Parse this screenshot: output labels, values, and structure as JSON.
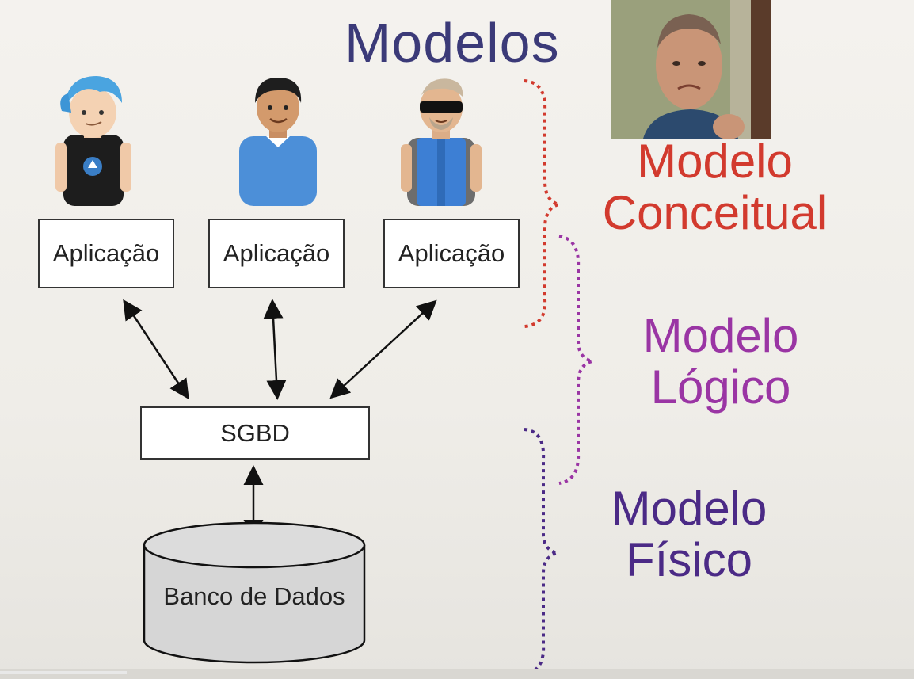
{
  "slide": {
    "title": "Modelos"
  },
  "users": [
    {
      "name": "blue-hair-user"
    },
    {
      "name": "sweater-user"
    },
    {
      "name": "glasses-user"
    }
  ],
  "applications": [
    {
      "label": "Aplicação"
    },
    {
      "label": "Aplicação"
    },
    {
      "label": "Aplicação"
    }
  ],
  "sgbd": {
    "label": "SGBD"
  },
  "database": {
    "label": "Banco de Dados"
  },
  "models": {
    "conceitual": {
      "line1": "Modelo",
      "line2": "Conceitual",
      "color": "#d23a2e"
    },
    "logico": {
      "line1": "Modelo",
      "line2": "Lógico",
      "color": "#9a35a4"
    },
    "fisico": {
      "line1": "Modelo",
      "line2": "Físico",
      "color": "#4b2a86"
    }
  },
  "colors": {
    "title": "#3b3a78",
    "brace_conceitual": "#d23a2e",
    "brace_logico": "#9a35a4",
    "brace_fisico": "#4b2a86"
  }
}
